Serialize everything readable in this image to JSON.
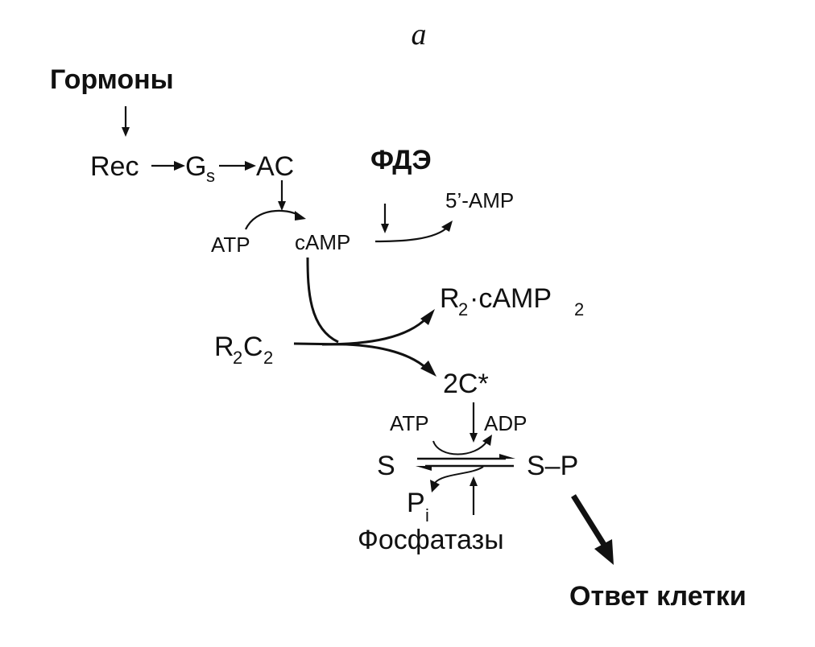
{
  "panel_letter": "a",
  "hormones": "Гормоны",
  "cascade": {
    "rec": "Rec",
    "gs_main": "G",
    "gs_sub": "s",
    "ac": "AC"
  },
  "pde": "ФДЭ",
  "five_amp": "5’-AMP",
  "atp_top": "ATP",
  "camp": "cAMP",
  "r2camp2": {
    "r": "R",
    "r_sub": "2",
    "mid": "·cAMP",
    "camp_sub": "2"
  },
  "r2c2": {
    "r": "R",
    "r_sub": "2",
    "c": "C",
    "c_sub": "2"
  },
  "two_c_star": "2C*",
  "atp_bottom": "ATP",
  "adp": "ADP",
  "substrate": "S",
  "substrate_p": "S–P",
  "pi": {
    "p": "P",
    "sub": "i"
  },
  "phosphatases": "Фосфатазы",
  "cell_response": "Ответ клетки"
}
